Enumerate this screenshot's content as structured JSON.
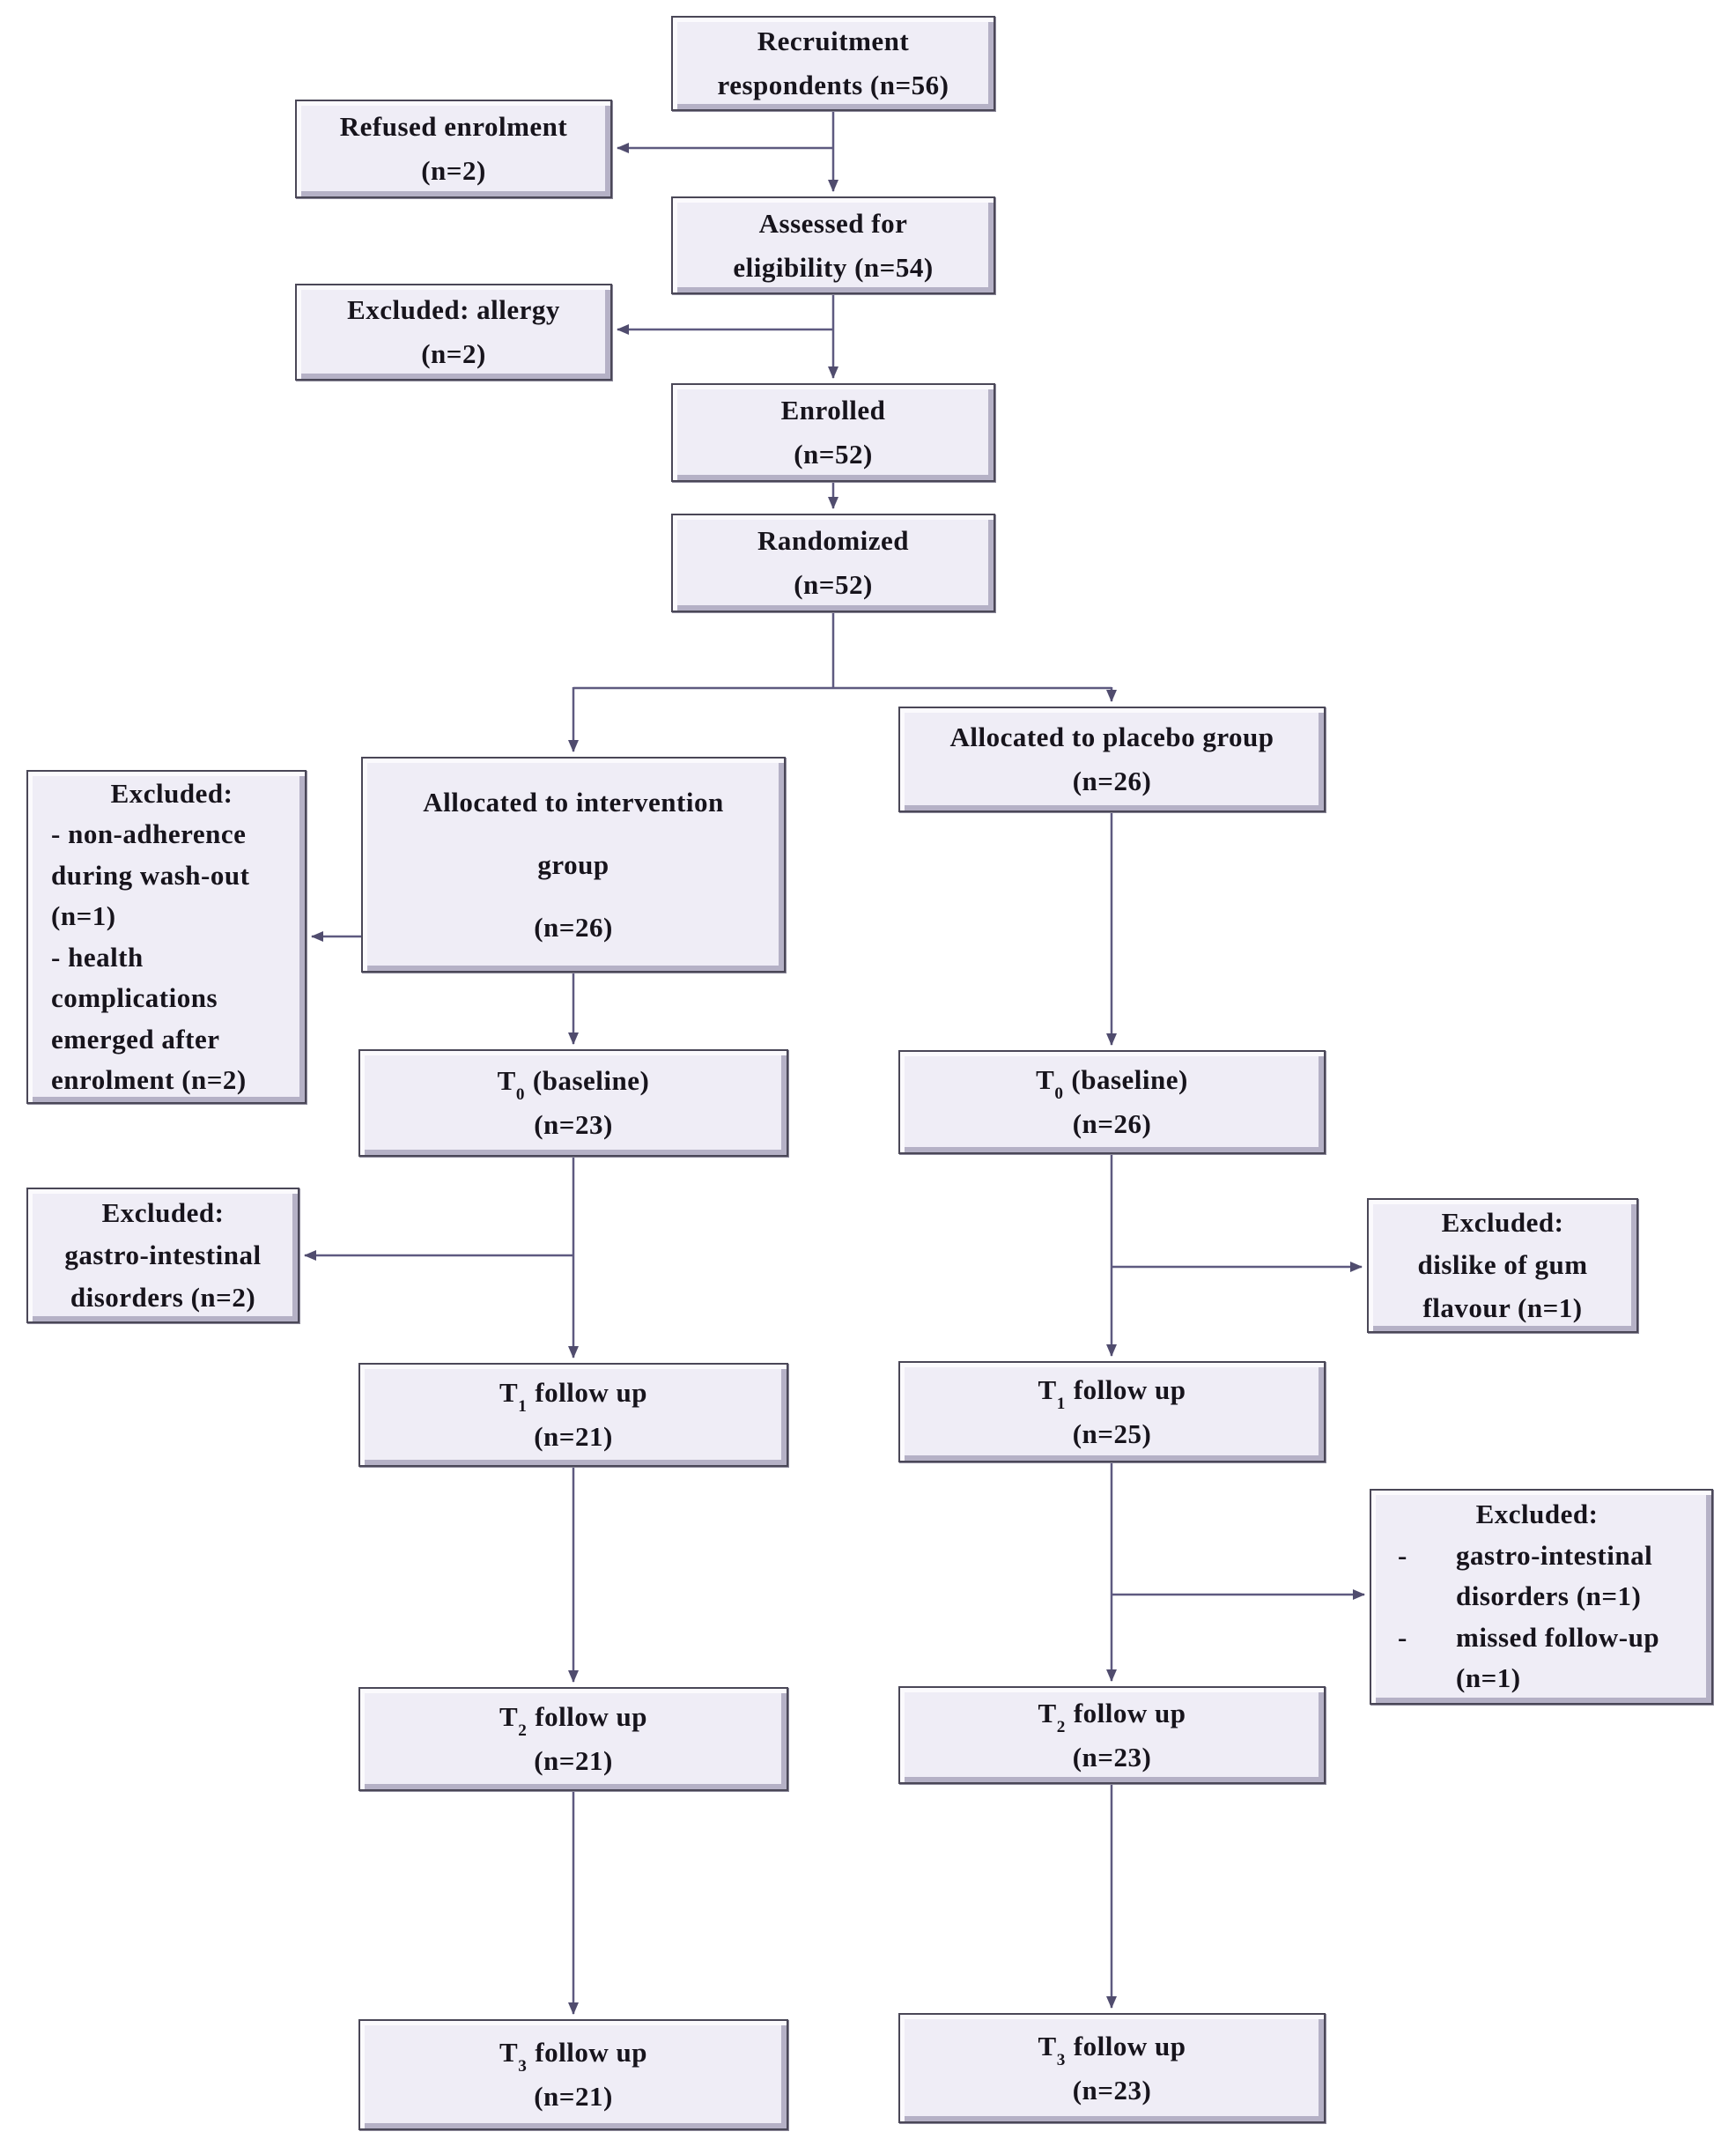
{
  "diagram_title": "CONSORT-style participant flow diagram",
  "colors": {
    "box_fill": "#efedf6",
    "box_border": "#4a4757",
    "bevel_light": "#fbfafd",
    "bevel_dark": "#b5b1c6",
    "arrow": "#5e5a80",
    "text": "#17141c"
  },
  "boxes": {
    "recruitment": {
      "line1": "Recruitment",
      "line2": "respondents (n=56)"
    },
    "refused": {
      "line1": "Refused enrolment",
      "line2": "(n=2)"
    },
    "assessed": {
      "line1": "Assessed for",
      "line2": "eligibility (n=54)"
    },
    "excluded_allergy": {
      "line1": "Excluded: allergy",
      "line2": "(n=2)"
    },
    "enrolled": {
      "line1": "Enrolled",
      "line2": "(n=52)"
    },
    "randomized": {
      "line1": "Randomized",
      "line2": "(n=52)"
    },
    "alloc_intervention": {
      "line1": "Allocated to intervention",
      "line2": "group",
      "line3": "(n=26)"
    },
    "alloc_placebo": {
      "line1": "Allocated to placebo group",
      "line2": "(n=26)"
    },
    "excluded_washout": {
      "title": "Excluded:",
      "body": [
        "- non-adherence",
        "during wash-out",
        "(n=1)",
        "- health",
        "complications",
        "emerged after",
        "enrolment (n=2)"
      ]
    },
    "t0_intervention": {
      "t": "T",
      "sub": "0",
      "rest": "(baseline)",
      "n": "(n=23)"
    },
    "t0_placebo": {
      "t": "T",
      "sub": "0",
      "rest": "(baseline)",
      "n": "(n=26)"
    },
    "excluded_gastro2": {
      "line1": "Excluded:",
      "line2": "gastro-intestinal",
      "line3": "disorders (n=2)"
    },
    "excluded_flavour": {
      "line1": "Excluded:",
      "line2": "dislike of gum",
      "line3": "flavour (n=1)"
    },
    "t1_intervention": {
      "t": "T",
      "sub": "1",
      "rest": "follow up",
      "n": "(n=21)"
    },
    "t1_placebo": {
      "t": "T",
      "sub": "1",
      "rest": "follow up",
      "n": "(n=25)"
    },
    "excluded_gastro_missed": {
      "title": "Excluded:",
      "marker": "-",
      "items": [
        [
          "gastro-intestinal",
          "disorders (n=1)"
        ],
        [
          "missed follow-up",
          "(n=1)"
        ]
      ]
    },
    "t2_intervention": {
      "t": "T",
      "sub": "2",
      "rest": "follow up",
      "n": "(n=21)"
    },
    "t2_placebo": {
      "t": "T",
      "sub": "2",
      "rest": "follow up",
      "n": "(n=23)"
    },
    "t3_intervention": {
      "t": "T",
      "sub": "3",
      "rest": "follow up",
      "n": "(n=21)"
    },
    "t3_placebo": {
      "t": "T",
      "sub": "3",
      "rest": "follow up",
      "n": "(n=23)"
    }
  }
}
